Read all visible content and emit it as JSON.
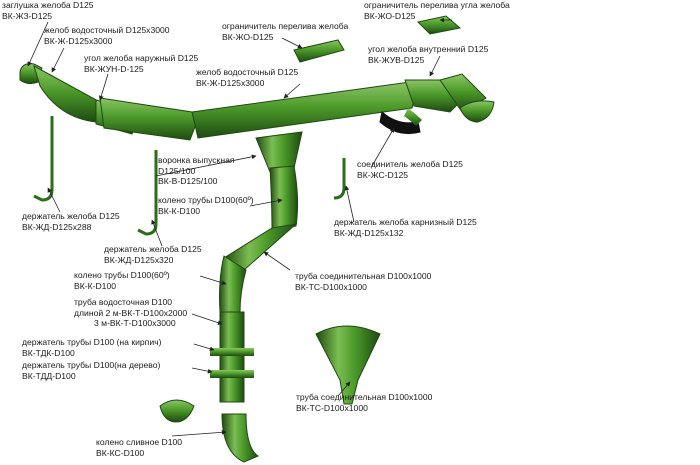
{
  "colors": {
    "part": "#4c9a2a",
    "part_dark": "#1f4a12",
    "part_light": "#8cc565",
    "arrow": "#222222"
  },
  "labels": {
    "end_cap": {
      "name": "заглушка желоба D125",
      "code": "ВК-ЖЗ-D125"
    },
    "gutter_3000": {
      "name": "желоб водосточный D125х3000",
      "code": "ВК-Ж-D125х3000"
    },
    "outer_corner": {
      "name": "угол желоба наружный D125",
      "code": "ВК-ЖУН-D-125"
    },
    "overflow_limiter": {
      "name": "ограничитель перелива желоба",
      "code": "ВК-ЖО-D125"
    },
    "corner_overflow_limiter": {
      "name": "ограничитель перелива угла желоба",
      "code": "ВК-ЖО-D125"
    },
    "inner_corner": {
      "name": "угол желоба внутренний D125",
      "code": "ВК-ЖУВ-D125"
    },
    "gutter_3000_b": {
      "name": "желоб водосточный D125",
      "code": "ВК-Ж-D125х3000"
    },
    "outlet_funnel": {
      "name": "воронка выпускная",
      "size": "D125/100",
      "code": "ВК-В-D125/100"
    },
    "elbow_top": {
      "name": "колено трубы D100(60º)",
      "code": "ВК-К-D100"
    },
    "connector": {
      "name": "соединитель желоба D125",
      "code": "ВК-ЖС-D125"
    },
    "bracket_288": {
      "name": "держатель желоба D125",
      "code": "ВК-ЖД-D125х288"
    },
    "bracket_eaves": {
      "name": "держатель желоба карнизный  D125",
      "code": "ВК-ЖД-D125х132"
    },
    "bracket_320": {
      "name": "держатель желоба D125",
      "code": "ВК-ЖД-D125х320"
    },
    "coupling_pipe_1": {
      "name": "труба соединительная D100х1000",
      "code": "ВК-ТС-D100х1000"
    },
    "elbow_mid": {
      "name": "колено трубы D100(60º)",
      "code": "ВК-К-D100"
    },
    "downpipe": {
      "name": "труба водосточная D100",
      "len_2m": "длиной 2 м-ВК-Т-D100х2000",
      "len_3m": "3 м-ВК-Т-D100х3000"
    },
    "holder_brick": {
      "name": "держатель трубы D100 (на кирпич)",
      "code": "ВК-ТДК-D100"
    },
    "holder_wood": {
      "name": "держатель трубы D100(на дерево)",
      "code": "ВК-ТДД-D100"
    },
    "coupling_pipe_2": {
      "name": "труба соединительная D100х1000",
      "code": "ВК-ТС-D100х1000"
    },
    "outlet_elbow": {
      "name": "колено сливное D100",
      "code": "ВК-КС-D100"
    }
  }
}
